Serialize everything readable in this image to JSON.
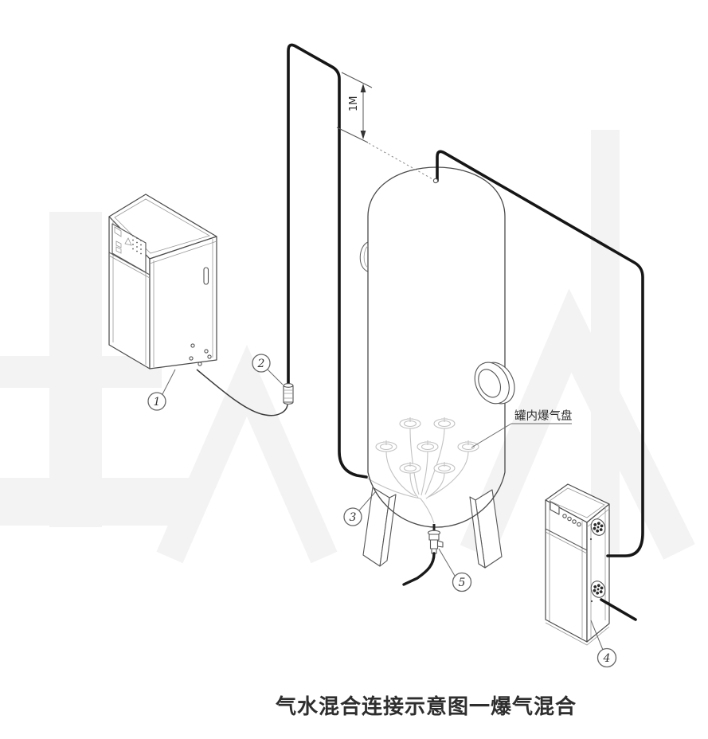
{
  "diagram": {
    "title": "气水混合连接示意图一爆气混合",
    "annotation_label": "罐内爆气盘",
    "dimension_label": "1M",
    "parts": [
      "1",
      "2",
      "3",
      "4",
      "5"
    ],
    "colors": {
      "background": "#ffffff",
      "line": "#4a4a4a",
      "pipe": "#161616",
      "internal_light": "#c2c2c2",
      "watermark": "#f3f3f3",
      "text": "#2e2e2e"
    }
  }
}
